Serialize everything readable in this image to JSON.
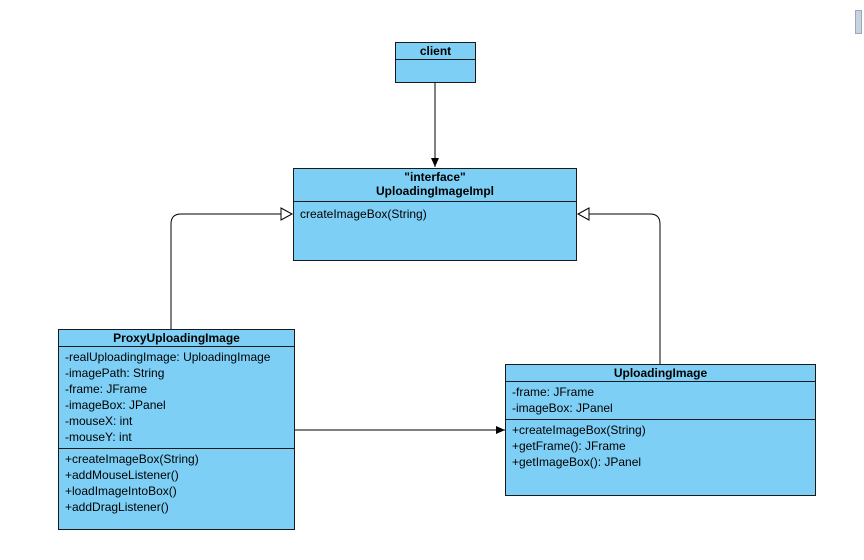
{
  "client": {
    "title": "client"
  },
  "interface": {
    "stereotype": "\"interface\"",
    "name": "UploadingImageImpl",
    "methods": [
      "createImageBox(String)"
    ]
  },
  "proxy": {
    "name": "ProxyUploadingImage",
    "attributes": [
      "-realUploadingImage: UploadingImage",
      "-imagePath: String",
      "-frame: JFrame",
      "-imageBox: JPanel",
      "-mouseX: int",
      "-mouseY: int"
    ],
    "methods": [
      "+createImageBox(String)",
      "+addMouseListener()",
      "+loadImageIntoBox()",
      "+addDragListener()"
    ]
  },
  "real": {
    "name": "UploadingImage",
    "attributes": [
      "-frame: JFrame",
      "-imageBox: JPanel"
    ],
    "methods": [
      "+createImageBox(String)",
      "+getFrame(): JFrame",
      "+getImageBox(): JPanel"
    ]
  },
  "colors": {
    "fill": "#7dcff5",
    "stroke": "#1a1a1a"
  }
}
